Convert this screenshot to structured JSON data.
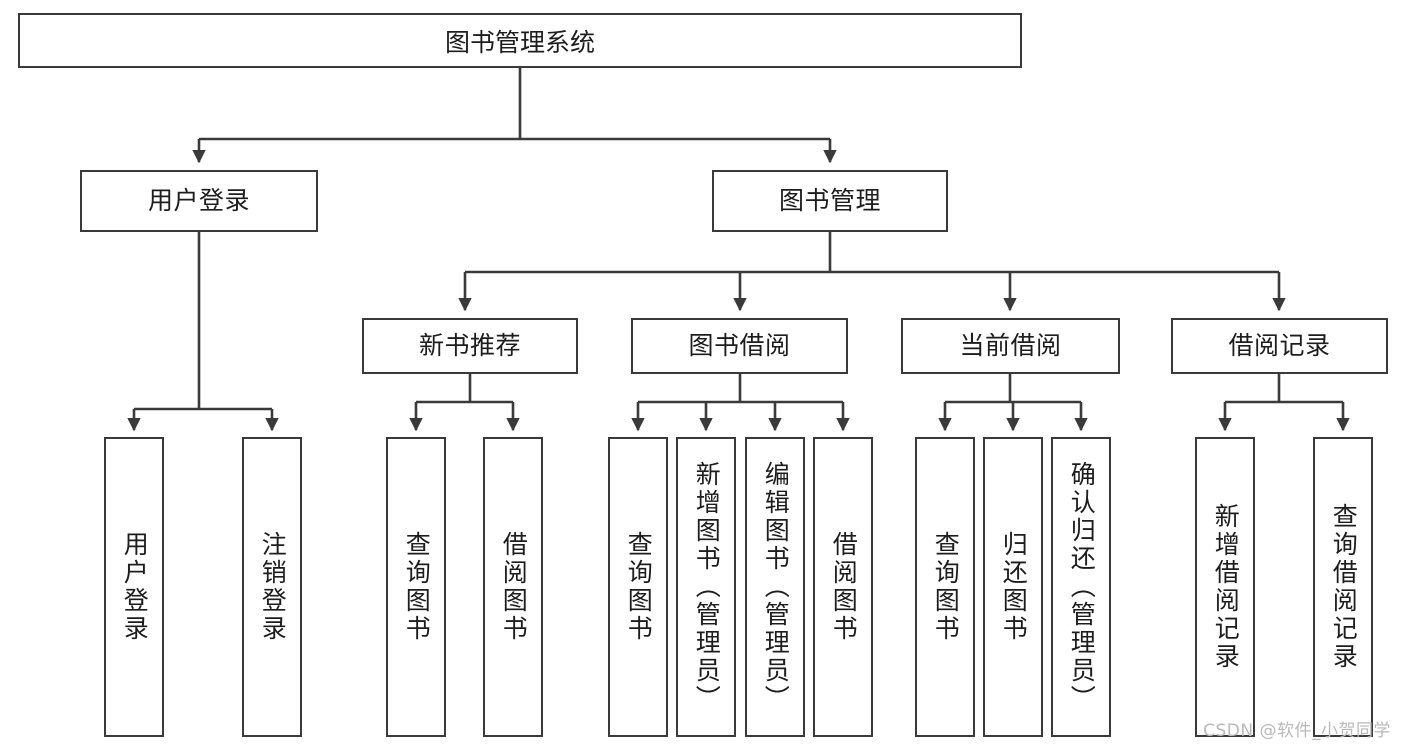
{
  "diagram": {
    "title": "图书管理系统",
    "type": "tree-hierarchy",
    "root": {
      "label": "图书管理系统"
    },
    "level2": [
      {
        "label": "用户登录"
      },
      {
        "label": "图书管理"
      }
    ],
    "level3": [
      {
        "label": "新书推荐"
      },
      {
        "label": "图书借阅"
      },
      {
        "label": "当前借阅"
      },
      {
        "label": "借阅记录"
      }
    ],
    "leaves": {
      "user_login": [
        {
          "label": "用户登录"
        },
        {
          "label": "注销登录"
        }
      ],
      "new_book_recommend": [
        {
          "label": "查询图书"
        },
        {
          "label": "借阅图书"
        }
      ],
      "book_borrow": [
        {
          "label": "查询图书"
        },
        {
          "label": "新增图书（管理员）"
        },
        {
          "label": "编辑图书（管理员）"
        },
        {
          "label": "借阅图书"
        }
      ],
      "current_borrow": [
        {
          "label": "查询图书"
        },
        {
          "label": "归还图书"
        },
        {
          "label": "确认归还（管理员）"
        }
      ],
      "borrow_record": [
        {
          "label": "新增借阅记录"
        },
        {
          "label": "查询借阅记录"
        }
      ]
    }
  },
  "watermark": {
    "text": "CSDN @软件_小贺同学"
  },
  "colors": {
    "border": "#3a3a3a",
    "background": "#ffffff",
    "text": "#1d1d1d",
    "watermark": "#b9b9b9"
  }
}
